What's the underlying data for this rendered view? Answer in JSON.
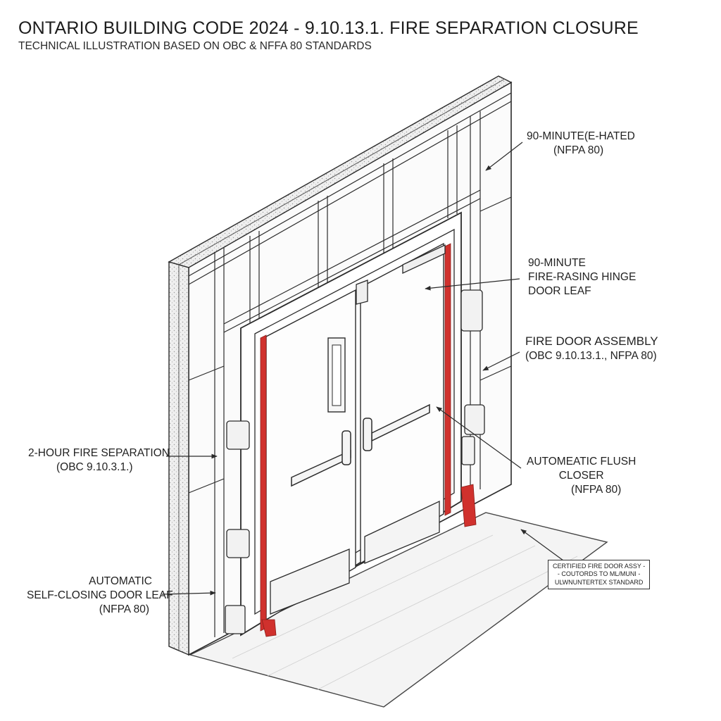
{
  "header": {
    "title": "ONTARIO BUILDING CODE 2024 - 9.10.13.1. FIRE SEPARATION CLOSURE",
    "subtitle": "TECHNICAL ILLUSTRATION BASED ON OBC & NFFA 80 STANDARDS"
  },
  "callouts": {
    "rated_frame": {
      "line1": "90-MINUTE(E-HATED",
      "line2": "(NFPA 80)"
    },
    "hinge_leaf": {
      "line1": "90-MINUTE",
      "line2": "FIRE-RASING HINGE",
      "line3": "DOOR LEAF"
    },
    "assembly": {
      "line1": "FIRE DOOR ASSEMBLY",
      "line2": "(OBC 9.10.13.1., NFPA 80)"
    },
    "closer": {
      "line1": "AUTOMEATIC FLUSH",
      "line2": "CLOSER",
      "line3": "(NFPA 80)"
    },
    "separation": {
      "line1": "2-HOUR FIRE SEPARATION",
      "line2": "(OBC 9.10.3.1.)"
    },
    "self_closing": {
      "line1": "AUTOMATIC",
      "line2": "SELF-CLOSING DOOR LEAF",
      "line3": "(NFPA 80)"
    }
  },
  "certificate": {
    "line1": "CERTIFIED FIRE DOOR ASSY -",
    "line2": "- COUTORDS TO ML/MUNI -",
    "line3": "ULWNUNTERTEX STANDARD"
  },
  "colors": {
    "line": "#2b2b2b",
    "accent_red": "#d0312d",
    "floor": "#f3f3f3",
    "panel": "#fbfbfb",
    "insulation": "#e9e9e9"
  }
}
